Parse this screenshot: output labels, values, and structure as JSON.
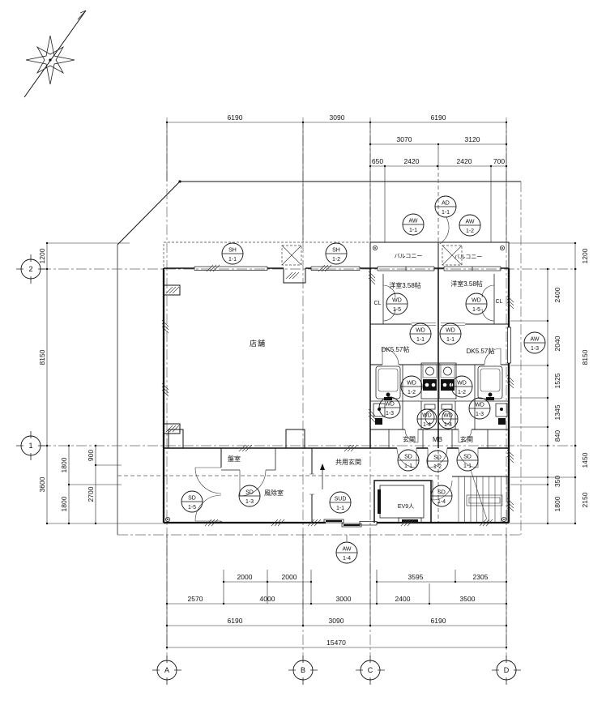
{
  "drawing": {
    "grid_cols": [
      "A",
      "B",
      "C",
      "D"
    ],
    "grid_rows": [
      "1",
      "2"
    ]
  },
  "dims": {
    "top_row1": [
      "6190",
      "3090",
      "6190"
    ],
    "top_row2": [
      "3070",
      "3120"
    ],
    "top_row3": [
      "650",
      "2420",
      "2420",
      "700"
    ],
    "left_outer": [
      "1200",
      "8150",
      "3600"
    ],
    "left_mid": [
      "1800",
      "1800"
    ],
    "left_inner": [
      "900",
      "2700"
    ],
    "right_inner": [
      "2400",
      "2040",
      "1525",
      "1345",
      "840",
      "350",
      "1800"
    ],
    "right_outer": [
      "1200",
      "8150",
      "1450",
      "2150"
    ],
    "bottom_row1": [
      "2000",
      "2000",
      "3595",
      "2305"
    ],
    "bottom_row2": [
      "2570",
      "4000",
      "3000",
      "2400",
      "3500"
    ],
    "bottom_row3": [
      "6190",
      "3090",
      "6190"
    ],
    "bottom_row4": [
      "15470"
    ]
  },
  "rooms": {
    "tenpo": "店舗",
    "balcony_left": "バルコニー",
    "balcony_right": "バルコニー",
    "yoshitsu_left": "洋室3.58帖",
    "yoshitsu_right": "洋室3.58帖",
    "cl_left": "CL",
    "cl_right": "CL",
    "dk_left": "DK5.57帖",
    "dk_right": "DK5.57帖",
    "genkan_left": "玄関",
    "mb": "MB",
    "genkan_right": "玄関",
    "banshitsu": "盤室",
    "kyoyo_genkan": "共用玄関",
    "fujoshitsu": "風除室",
    "elevator": "EV9人"
  },
  "tags": [
    {
      "c": "SH",
      "n": "1-1"
    },
    {
      "c": "SH",
      "n": "1-2"
    },
    {
      "c": "AW",
      "n": "1-1"
    },
    {
      "c": "AD",
      "n": "1-1"
    },
    {
      "c": "AW",
      "n": "1-2"
    },
    {
      "c": "AW",
      "n": "1-3"
    },
    {
      "c": "AW",
      "n": "1-4"
    },
    {
      "c": "WD",
      "n": "1-5"
    },
    {
      "c": "WD",
      "n": "1-5"
    },
    {
      "c": "WD",
      "n": "1-1"
    },
    {
      "c": "WD",
      "n": "1-1"
    },
    {
      "c": "WD",
      "n": "1-2"
    },
    {
      "c": "WD",
      "n": "1-2"
    },
    {
      "c": "WD",
      "n": "1-3"
    },
    {
      "c": "WD",
      "n": "1-3"
    },
    {
      "c": "WD",
      "n": "1-4"
    },
    {
      "c": "WD",
      "n": "1-4"
    },
    {
      "c": "SD",
      "n": "1-1"
    },
    {
      "c": "SD",
      "n": "1-2"
    },
    {
      "c": "SD",
      "n": "1-1"
    },
    {
      "c": "SD",
      "n": "1-4"
    },
    {
      "c": "SD",
      "n": "1-5"
    },
    {
      "c": "SD",
      "n": "1-3"
    },
    {
      "c": "SUD",
      "n": "1-1"
    }
  ]
}
